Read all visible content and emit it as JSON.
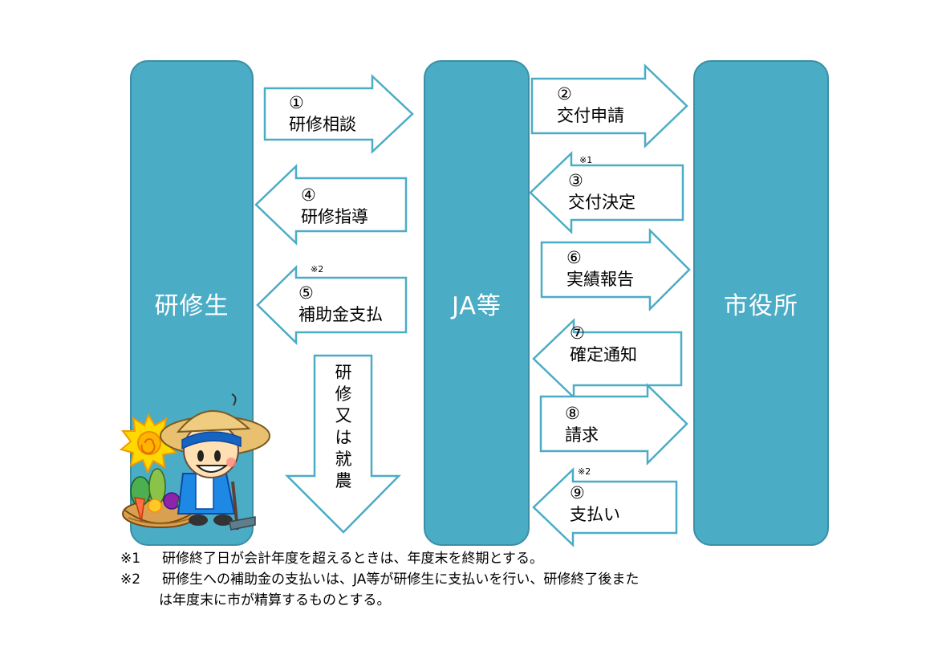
{
  "columns": {
    "trainee": "研修生",
    "ja": "JA等",
    "city_hall": "市役所"
  },
  "arrows": {
    "a1": {
      "num": "①",
      "label": "研修相談"
    },
    "a2": {
      "num": "②",
      "label": "交付申請"
    },
    "a3": {
      "num": "③",
      "label": "交付決定",
      "mark": "※1"
    },
    "a4": {
      "num": "④",
      "label": "研修指導"
    },
    "a5": {
      "num": "⑤",
      "label": "補助金支払",
      "mark": "※2"
    },
    "a6": {
      "num": "⑥",
      "label": "実績報告"
    },
    "a7": {
      "num": "⑦",
      "label": "確定通知"
    },
    "a8": {
      "num": "⑧",
      "label": "請求"
    },
    "a9": {
      "num": "⑨",
      "label": "支払い",
      "mark": "※2"
    },
    "down": {
      "chars": [
        "研",
        "修",
        "又",
        "は",
        "就",
        "農"
      ]
    }
  },
  "notes": {
    "n1_tag": "※1",
    "n1": "研修終了日が会計年度を超えるときは、年度末を終期とする。",
    "n2_tag": "※2",
    "n2_line1": "研修生への補助金の支払いは、JA等が研修生に支払いを行い、研修終了後また",
    "n2_line2": "は年度末に市が精算するものとする。"
  },
  "colors": {
    "column_fill": "#4bacc6",
    "arrow_stroke": "#4bacc6"
  }
}
